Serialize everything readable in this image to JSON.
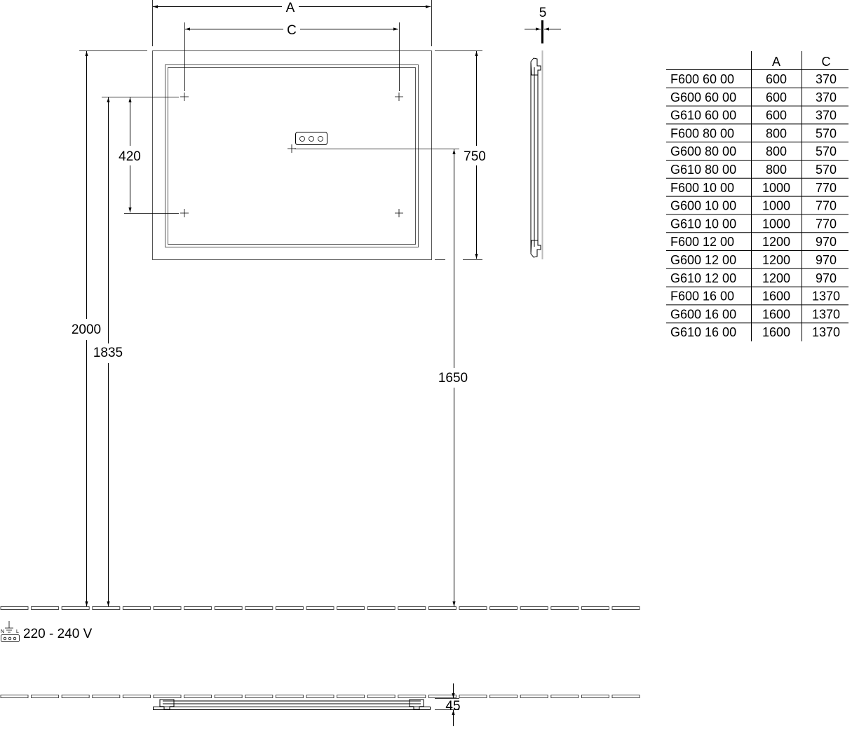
{
  "dimensions": {
    "width_label": "A",
    "hole_spacing_label": "C",
    "thickness": "5",
    "hole_vertical_spacing": "420",
    "mirror_height": "750",
    "top_height_from_floor": "2000",
    "upper_holes_height": "1835",
    "socket_height": "1650",
    "depth": "45"
  },
  "power": {
    "voltage": "220 - 240 V"
  },
  "table": {
    "headers": [
      "",
      "A",
      "C"
    ],
    "rows": [
      [
        "F600 60 00",
        "600",
        "370"
      ],
      [
        "G600 60 00",
        "600",
        "370"
      ],
      [
        "G610 60 00",
        "600",
        "370"
      ],
      [
        "F600 80 00",
        "800",
        "570"
      ],
      [
        "G600 80 00",
        "800",
        "570"
      ],
      [
        "G610 80 00",
        "800",
        "570"
      ],
      [
        "F600 10 00",
        "1000",
        "770"
      ],
      [
        "G600 10 00",
        "1000",
        "770"
      ],
      [
        "G610 10 00",
        "1000",
        "770"
      ],
      [
        "F600 12 00",
        "1200",
        "970"
      ],
      [
        "G600 12 00",
        "1200",
        "970"
      ],
      [
        "G610 12 00",
        "1200",
        "970"
      ],
      [
        "F600 16 00",
        "1600",
        "1370"
      ],
      [
        "G600 16 00",
        "1600",
        "1370"
      ],
      [
        "G610 16 00",
        "1600",
        "1370"
      ]
    ]
  }
}
